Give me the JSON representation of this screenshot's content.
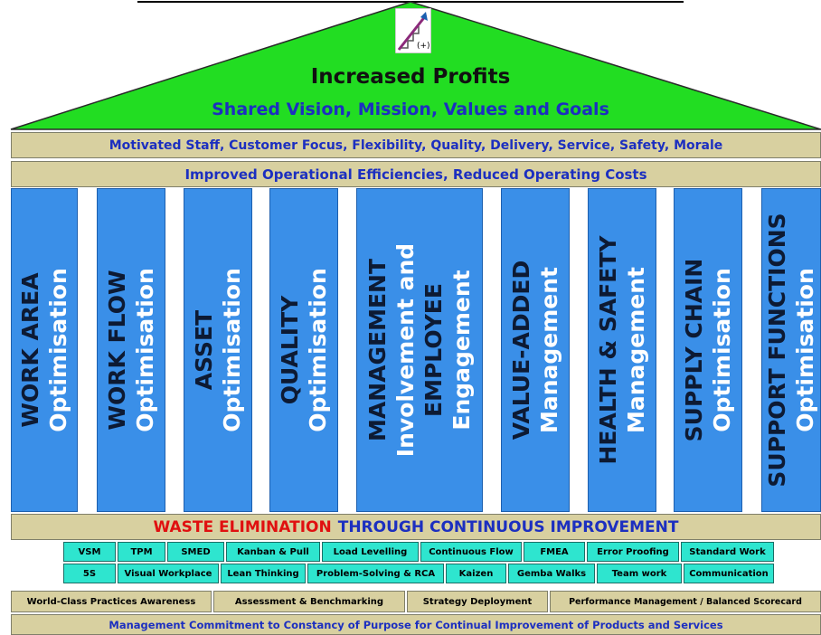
{
  "roof": {
    "title": "Increased Profits",
    "subtitle": "Shared Vision, Mission, Values and Goals",
    "color": "#22dd22",
    "logo_icon": "rising-chart-icon",
    "logo_label": "(+)"
  },
  "bands": {
    "motivated": "Motivated Staff, Customer Focus, Flexibility, Quality, Delivery, Service, Safety, Morale",
    "efficiencies": "Improved Operational Efficiencies, Reduced Operating Costs"
  },
  "pillars": [
    {
      "dark": "WORK AREA",
      "light": "Optimisation"
    },
    {
      "dark": "WORK FLOW",
      "light": "Optimisation"
    },
    {
      "dark": "ASSET",
      "light": "Optimisation"
    },
    {
      "dark": "QUALITY",
      "light": "Optimisation"
    },
    {
      "dark": "MANAGEMENT",
      "light": "Involvement and",
      "dark2": "EMPLOYEE",
      "light2": "Engagement"
    },
    {
      "dark": "VALUE-ADDED",
      "light": "Management"
    },
    {
      "dark": "HEALTH & SAFETY",
      "light": "Management"
    },
    {
      "dark": "SUPPLY CHAIN",
      "light": "Optimisation"
    },
    {
      "dark": "SUPPORT FUNCTIONS",
      "light": "Optimisation"
    }
  ],
  "waste": {
    "red": "WASTE ELIMINATION",
    "blue": "THROUGH CONTINUOUS IMPROVEMENT"
  },
  "tools_row1": [
    "VSM",
    "TPM",
    "SMED",
    "Kanban & Pull",
    "Load Levelling",
    "Continuous Flow",
    "FMEA",
    "Error Proofing",
    "Standard Work"
  ],
  "tools_row2": [
    "5S",
    "Visual Workplace",
    "Lean Thinking",
    "Problem-Solving & RCA",
    "Kaizen",
    "Gemba Walks",
    "Team work",
    "Communication"
  ],
  "foundation": [
    "World-Class Practices Awareness",
    "Assessment & Benchmarking",
    "Strategy Deployment",
    "Performance Management / Balanced Scorecard"
  ],
  "commitment": "Management Commitment to Constancy of Purpose for Continual Improvement of Products and Services",
  "colors": {
    "pillar": "#3a8fe8",
    "band": "#d8d0a0",
    "tool": "#2ee5cf",
    "text_blue": "#1c2fc0",
    "text_red": "#e01010"
  }
}
